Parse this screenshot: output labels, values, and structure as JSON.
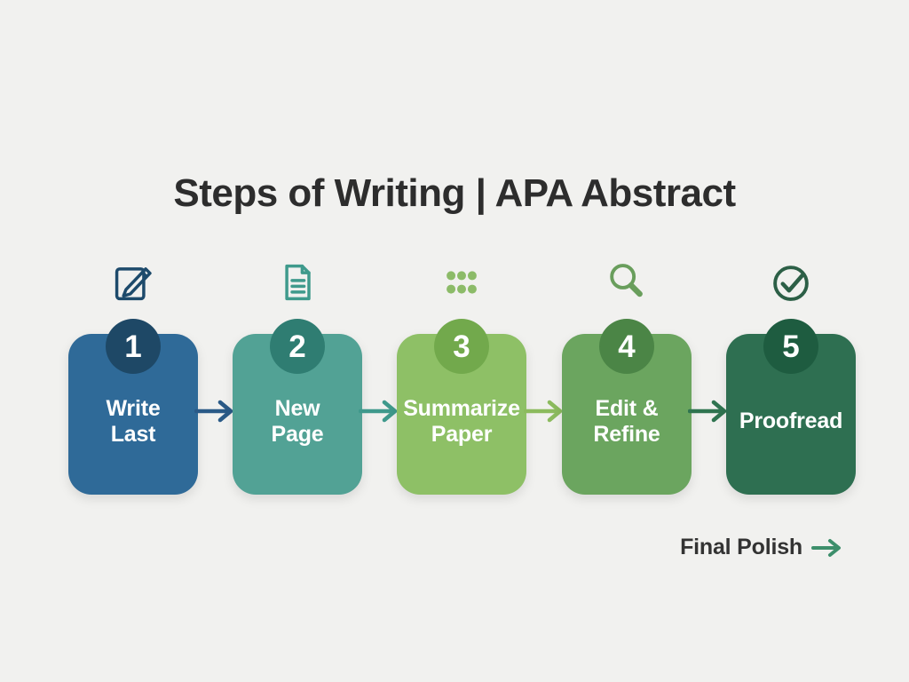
{
  "background_color": "#f1f1ef",
  "title": "Steps of Writing | APA Abstract",
  "title_color": "#2d2d2d",
  "steps": [
    {
      "number": "1",
      "label": "Write Last",
      "lines": [
        "Write",
        "Last"
      ],
      "box_color": "#2f6a98",
      "badge_color": "#1e4866",
      "icon": "edit-icon",
      "icon_color": "#1d4a6b"
    },
    {
      "number": "2",
      "label": "New Page",
      "lines": [
        "New",
        "Page"
      ],
      "box_color": "#52a295",
      "badge_color": "#2f7d72",
      "icon": "document-icon",
      "icon_color": "#3f9a8c"
    },
    {
      "number": "3",
      "label": "Summarize Paper",
      "lines": [
        "Summarize",
        "Paper"
      ],
      "box_color": "#8ec066",
      "badge_color": "#72a94c",
      "icon": "dots-grid-icon",
      "icon_color": "#8cbb68"
    },
    {
      "number": "4",
      "label": "Edit & Refine",
      "lines": [
        "Edit &",
        "Refine"
      ],
      "box_color": "#6ba55f",
      "badge_color": "#4b8546",
      "icon": "magnifier-icon",
      "icon_color": "#699e5c"
    },
    {
      "number": "5",
      "label": "Proofread",
      "lines": [
        "Proofread",
        ""
      ],
      "box_color": "#2e6f51",
      "badge_color": "#1e5c40",
      "icon": "check-circle-icon",
      "icon_color": "#2c5f46"
    }
  ],
  "arrows": [
    {
      "from": "1",
      "to": "2",
      "color": "#2a5a87"
    },
    {
      "from": "2",
      "to": "3",
      "color": "#3f998c"
    },
    {
      "from": "3",
      "to": "4",
      "color": "#8cbb5e"
    },
    {
      "from": "4",
      "to": "5",
      "color": "#2f7450"
    }
  ],
  "footer": {
    "label": "Final Polish",
    "text_color": "#333333",
    "arrow_color": "#3d8f6b"
  }
}
